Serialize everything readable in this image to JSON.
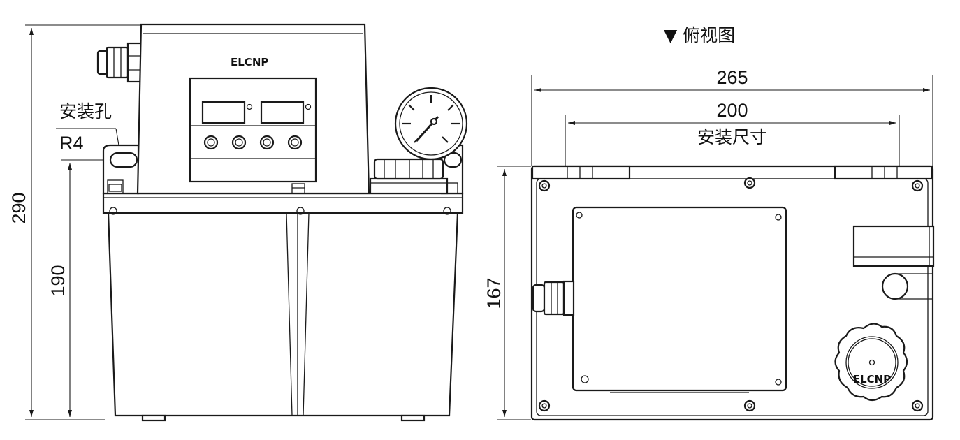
{
  "front_view": {
    "logo": "ELCNP",
    "mount_hole_label": "安装孔",
    "mount_hole_radius": "R4",
    "dim_total_height": "290",
    "dim_mount_height": "190"
  },
  "top_view": {
    "title": "▼ 俯视图",
    "dim_overall_width": "265",
    "dim_mount_spacing": "200",
    "mount_spacing_label": "安装尺寸",
    "dim_depth": "167",
    "cap_logo": "ELCNP"
  }
}
